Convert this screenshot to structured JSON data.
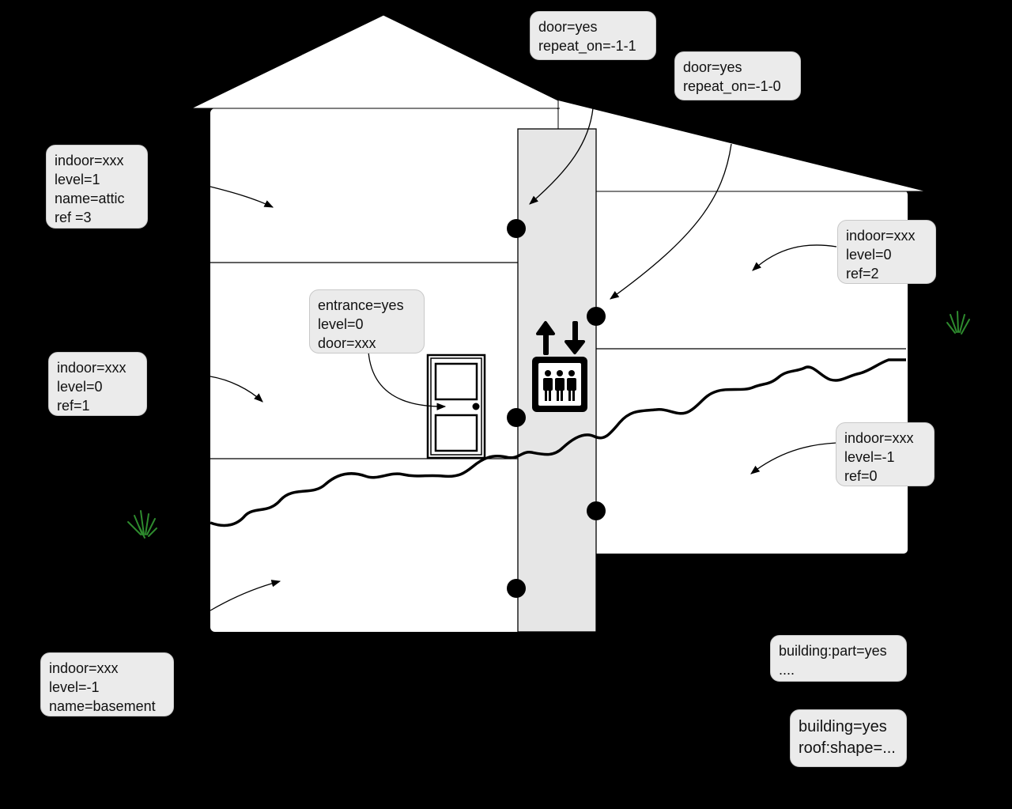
{
  "colors": {
    "background": "#000000",
    "building": "#ffffff",
    "stair_shaft": "#e6e6e6",
    "label_bg": "#ebebeb",
    "grass": "#2e8b2e"
  },
  "icons": [
    "elevator-icon",
    "door-icon",
    "grass-icon",
    "door-node-icon",
    "arrow-icon"
  ],
  "labels": {
    "door_top": [
      "door=yes",
      "repeat_on=-1-1"
    ],
    "door_right": [
      "door=yes",
      "repeat_on=-1-0"
    ],
    "attic": [
      "indoor=xxx",
      "level=1",
      "name=attic",
      "ref =3"
    ],
    "right_level0": [
      "indoor=xxx",
      "level=0",
      "ref=2"
    ],
    "entrance": [
      "entrance=yes",
      "level=0",
      "door=xxx"
    ],
    "left_level0": [
      "indoor=xxx",
      "level=0",
      "ref=1"
    ],
    "right_basement": [
      "indoor=xxx",
      "level=-1",
      "ref=0"
    ],
    "basement": [
      "indoor=xxx",
      "level=-1",
      "name=basement"
    ],
    "building_part": [
      "building:part=yes",
      "...."
    ],
    "building": [
      "building=yes",
      "roof:shape=..."
    ]
  }
}
